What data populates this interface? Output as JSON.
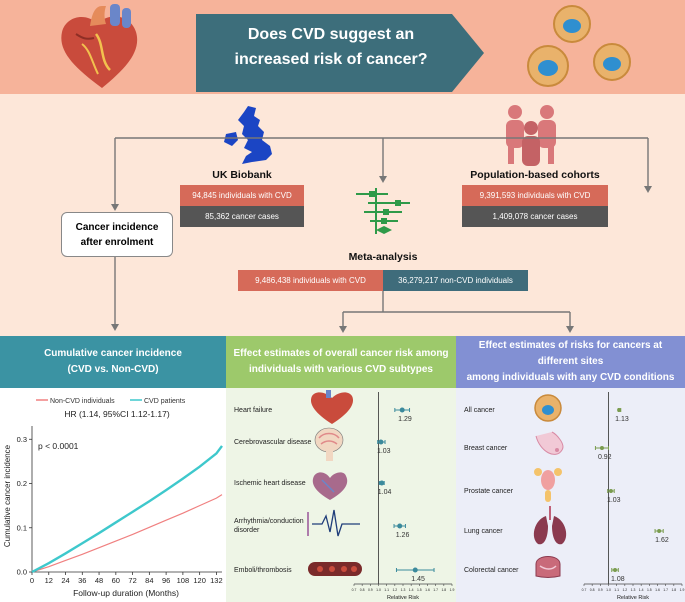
{
  "banner": {
    "line1": "Does CVD suggest an",
    "line2": "increased risk of cancer?"
  },
  "uk_biobank": {
    "title": "UK Biobank",
    "cvd": "94,845 individuals with CVD",
    "cases": "85,362 cancer cases"
  },
  "cohorts": {
    "title": "Population-based cohorts",
    "cvd": "9,391,593 individuals with CVD",
    "cases": "1,409,078 cancer cases"
  },
  "incidence_box": {
    "line1": "Cancer incidence",
    "line2": "after enrolment"
  },
  "meta": {
    "title": "Meta-analysis",
    "cvd": "9,486,438 individuals with CVD",
    "non_cvd": "36,279,217 non-CVD individuals"
  },
  "panels": {
    "p1_line1": "Cumulative cancer incidence",
    "p1_line2": "(CVD vs. Non-CVD)",
    "p2_line1": "Effect estimates of overall cancer risk among",
    "p2_line2": "individuals with various CVD subtypes",
    "p3_line1": "Effect estimates of risks for cancers at different sites",
    "p3_line2": "among individuals with any CVD conditions"
  },
  "colors": {
    "non_cvd": "#f08080",
    "cvd": "#3ec8cc",
    "forest2": "#3b8a9c",
    "forest3": "#7a9c4f",
    "heart": "#c94b3c",
    "uk_map": "#1b45c4",
    "people": "#d9787a"
  },
  "chart_data": [
    {
      "type": "line",
      "title": "",
      "legend": [
        "Non-CVD individuals",
        "CVD patients"
      ],
      "hr_text": "HR (1.14, 95%CI 1.12-1.17)",
      "p_text": "p < 0.0001",
      "xlabel": "Follow-up duration (Months)",
      "ylabel": "Cumulative cancer incidence",
      "xlim": [
        0,
        136
      ],
      "ylim": [
        0,
        0.33
      ],
      "xticks": [
        "0",
        "12",
        "24",
        "36",
        "48",
        "60",
        "72",
        "84",
        "96",
        "108",
        "120",
        "132"
      ],
      "yticks": [
        "0.0",
        "0.1",
        "0.2",
        "0.3"
      ],
      "series": [
        {
          "name": "Non-CVD individuals",
          "x": [
            0,
            12,
            24,
            36,
            48,
            60,
            72,
            84,
            96,
            108,
            120,
            132,
            136
          ],
          "y": [
            0,
            0.012,
            0.026,
            0.04,
            0.055,
            0.07,
            0.085,
            0.101,
            0.117,
            0.133,
            0.15,
            0.167,
            0.175
          ]
        },
        {
          "name": "CVD patients",
          "x": [
            0,
            12,
            24,
            36,
            48,
            60,
            72,
            84,
            96,
            108,
            120,
            132,
            136
          ],
          "y": [
            0,
            0.02,
            0.042,
            0.065,
            0.088,
            0.112,
            0.136,
            0.16,
            0.185,
            0.211,
            0.238,
            0.268,
            0.285
          ]
        }
      ]
    },
    {
      "type": "forest",
      "xlabel": "Relative Risk",
      "xlim": [
        0.7,
        1.9
      ],
      "xticks": [
        "0.7",
        "0.8",
        "0.9",
        "1.0",
        "1.1",
        "1.2",
        "1.3",
        "1.4",
        "1.5",
        "1.6",
        "1.7",
        "1.8",
        "1.9"
      ],
      "rows": [
        {
          "label": "Heart failure",
          "value": 1.29,
          "lo": 1.2,
          "hi": 1.38,
          "text": "1.29"
        },
        {
          "label": "Cerebrovascular disease",
          "value": 1.03,
          "lo": 0.99,
          "hi": 1.08,
          "text": "1.03"
        },
        {
          "label": "Ischemic heart disease",
          "value": 1.04,
          "lo": 1.01,
          "hi": 1.07,
          "text": "1.04"
        },
        {
          "label": "Arrhythmia/conduction disorder",
          "value": 1.26,
          "lo": 1.19,
          "hi": 1.33,
          "text": "1.26"
        },
        {
          "label": "Emboli/thrombosis",
          "value": 1.45,
          "lo": 1.22,
          "hi": 1.68,
          "text": "1.45"
        }
      ]
    },
    {
      "type": "forest",
      "xlabel": "Relative Risk",
      "xlim": [
        0.7,
        1.9
      ],
      "xticks": [
        "0.7",
        "0.8",
        "0.9",
        "1.0",
        "1.1",
        "1.2",
        "1.3",
        "1.4",
        "1.5",
        "1.6",
        "1.7",
        "1.8",
        "1.9"
      ],
      "rows": [
        {
          "label": "All cancer",
          "value": 1.13,
          "lo": 1.12,
          "hi": 1.15,
          "text": "1.13"
        },
        {
          "label": "Breast cancer",
          "value": 0.92,
          "lo": 0.84,
          "hi": 1.0,
          "text": "0.92"
        },
        {
          "label": "Prostate cancer",
          "value": 1.03,
          "lo": 0.99,
          "hi": 1.07,
          "text": "1.03"
        },
        {
          "label": "Lung cancer",
          "value": 1.62,
          "lo": 1.57,
          "hi": 1.67,
          "text": "1.62"
        },
        {
          "label": "Colorectal cancer",
          "value": 1.08,
          "lo": 1.04,
          "hi": 1.12,
          "text": "1.08"
        }
      ]
    }
  ]
}
